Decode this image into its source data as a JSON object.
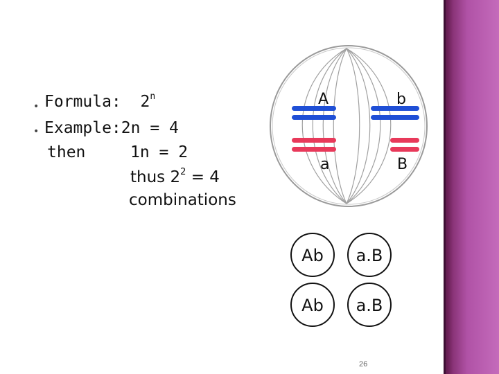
{
  "bullets": [
    {
      "label": "Formula:",
      "value": "2",
      "sup": "n"
    },
    {
      "label": "Example:",
      "value": "2n = 4"
    }
  ],
  "lines": {
    "then_label": "then",
    "then_value": "1n = 2",
    "thus_label": "thus",
    "thus_base": "2",
    "thus_sup": "2",
    "thus_result": "= 4",
    "combinations": "combinations"
  },
  "diagram": {
    "allele_A": "A",
    "allele_b": "b",
    "allele_a": "a",
    "allele_B": "B",
    "gametes": [
      "Ab",
      "a.B",
      "Ab",
      "a.B"
    ],
    "colors": {
      "blue": "#1f4fd6",
      "red": "#e8395a",
      "cell": "#9a9a9a"
    }
  },
  "page_number": "26"
}
